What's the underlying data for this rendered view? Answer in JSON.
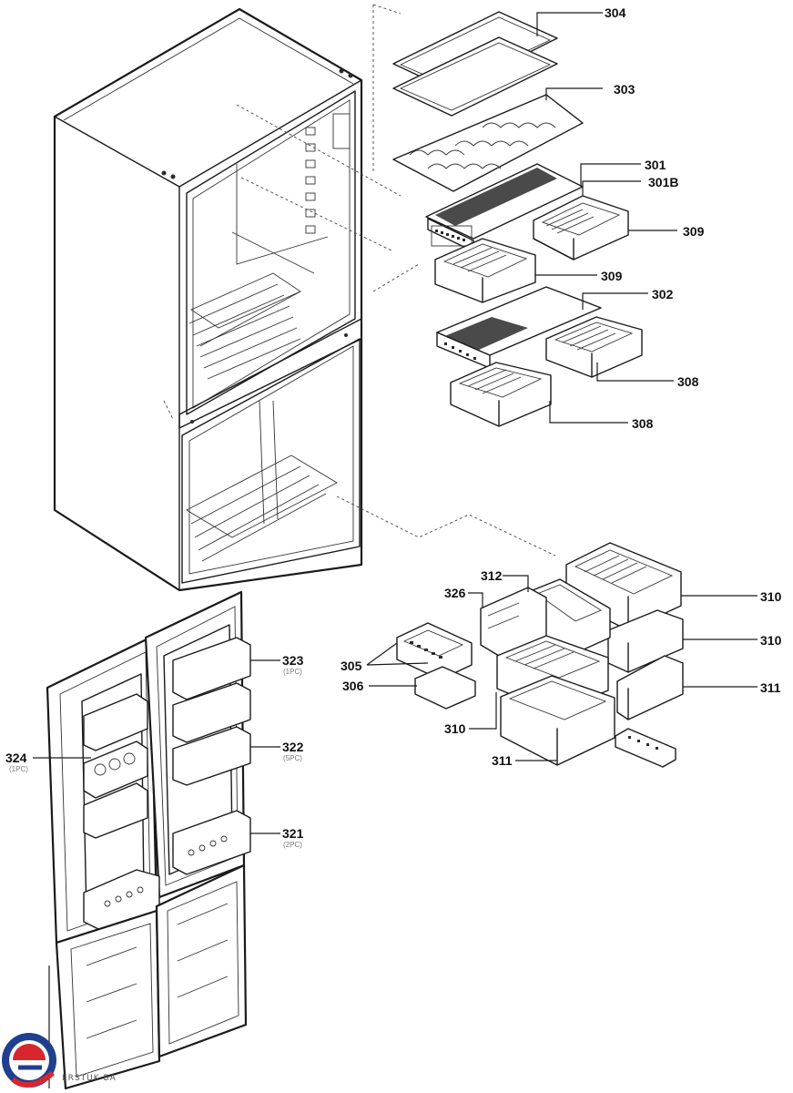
{
  "callouts": [
    {
      "id": "304",
      "label": "304"
    },
    {
      "id": "303",
      "label": "303"
    },
    {
      "id": "301",
      "label": "301"
    },
    {
      "id": "301b",
      "label": "301B"
    },
    {
      "id": "309a",
      "label": "309"
    },
    {
      "id": "309b",
      "label": "309"
    },
    {
      "id": "302",
      "label": "302"
    },
    {
      "id": "308a",
      "label": "308"
    },
    {
      "id": "308b",
      "label": "308"
    },
    {
      "id": "310a",
      "label": "310"
    },
    {
      "id": "310b",
      "label": "310"
    },
    {
      "id": "311a",
      "label": "311"
    },
    {
      "id": "312",
      "label": "312"
    },
    {
      "id": "326",
      "label": "326"
    },
    {
      "id": "305",
      "label": "305"
    },
    {
      "id": "306",
      "label": "306"
    },
    {
      "id": "310c",
      "label": "310"
    },
    {
      "id": "311b",
      "label": "311"
    },
    {
      "id": "323",
      "label": "323",
      "qty": "(1PC)"
    },
    {
      "id": "322",
      "label": "322",
      "qty": "(5PC)"
    },
    {
      "id": "321",
      "label": "321",
      "qty": "(2PC)"
    },
    {
      "id": "324",
      "label": "324",
      "qty": "(1PC)"
    }
  ],
  "logo": {
    "icon": "brand-logo-icon",
    "text": "ERSTUK BA",
    "colors": [
      "#1f3f8f",
      "#d7262e"
    ]
  }
}
